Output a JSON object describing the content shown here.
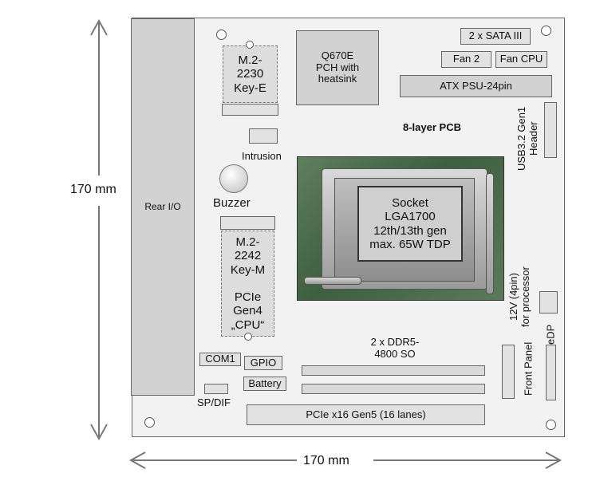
{
  "dimensions": {
    "height_label": "170 mm",
    "width_label": "170 mm"
  },
  "board": {
    "pcb_label": "8-layer PCB",
    "rear_io": "Rear I/O",
    "pch": "Q670E\nPCH with\nheatsink",
    "sata": "2 x SATA III",
    "fan2": "Fan 2",
    "fan_cpu": "Fan CPU",
    "atx": "ATX PSU-24pin",
    "usb_header": "USB3.2 Gen1\nHeader",
    "m2_e": "M.2-\n2230\nKey-E",
    "intrusion": "Intrusion",
    "buzzer": "Buzzer",
    "m2_m": "M.2-\n2242\nKey-M\n\nPCIe\nGen4\n„CPU“",
    "socket": "Socket\nLGA1700\n12th/13th gen\nmax. 65W TDP",
    "power_12v": "12V (4pin)\nfor processor",
    "edp": "eDP",
    "front_panel": "Front  Panel",
    "ddr": "2 x DDR5-\n4800 SO",
    "com1": "COM1",
    "gpio": "GPIO",
    "battery": "Battery",
    "spdif": "SP/DIF",
    "pcie_x16": "PCIe x16 Gen5 (16 lanes)"
  }
}
